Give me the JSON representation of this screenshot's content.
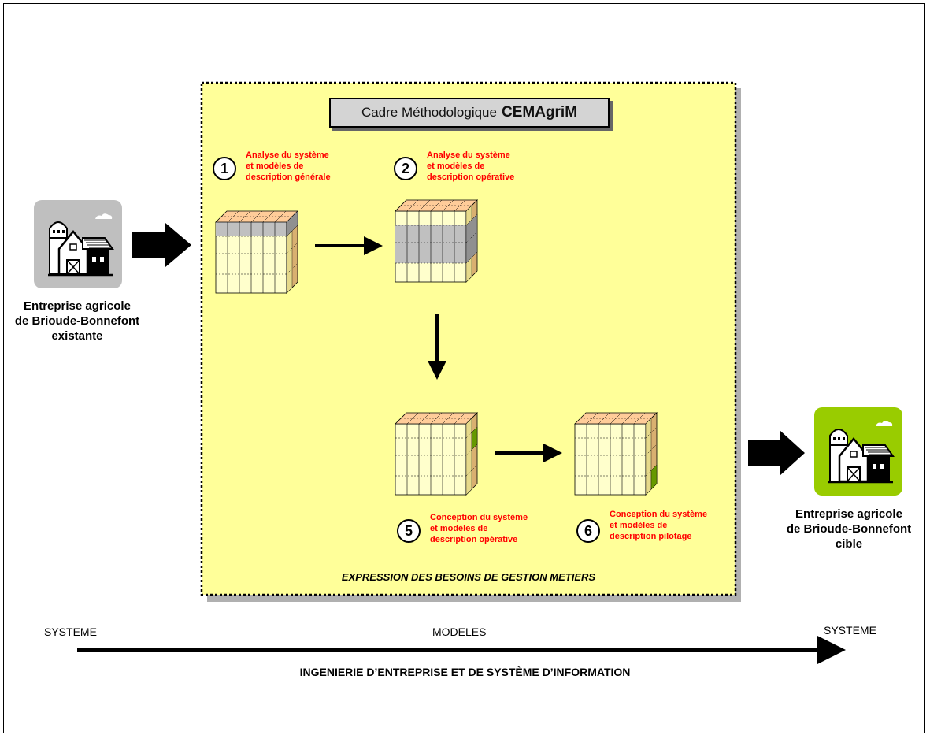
{
  "framework": {
    "title_prefix": "Cadre Méthodologique",
    "title_name": "CEMAgriM",
    "footer": "EXPRESSION DES BESOINS DE GESTION METIERS",
    "bg_color": "#ffff99"
  },
  "steps": [
    {
      "number": "1",
      "label": "Analyse du système\net modèles de\ndescription générale"
    },
    {
      "number": "2",
      "label": "Analyse du système\net modèles de\ndescription opérative"
    },
    {
      "number": "5",
      "label": "Conception du système\net modèles de\ndescription opérative"
    },
    {
      "number": "6",
      "label": "Conception du système\net modèles de\ndescription pilotage"
    }
  ],
  "farms": {
    "existing": {
      "label": "Entreprise agricole\nde Brioude-Bonnefont\nexistante",
      "color": "#bfbfbf"
    },
    "target": {
      "label": "Entreprise agricole\nde Brioude-Bonnefont\ncible",
      "color": "#99cc00"
    }
  },
  "axis": {
    "left": "SYSTEME",
    "middle": "MODELES",
    "right": "SYSTEME",
    "caption": "INGENIERIE D’ENTREPRISE ET DE SYSTÈME D’INFORMATION"
  },
  "colors": {
    "cube_top": "#ffcc99",
    "cube_side": "#d9b070",
    "cube_front": "#ffffcc",
    "highlight": "#c0c0c0",
    "green": "#669900"
  }
}
